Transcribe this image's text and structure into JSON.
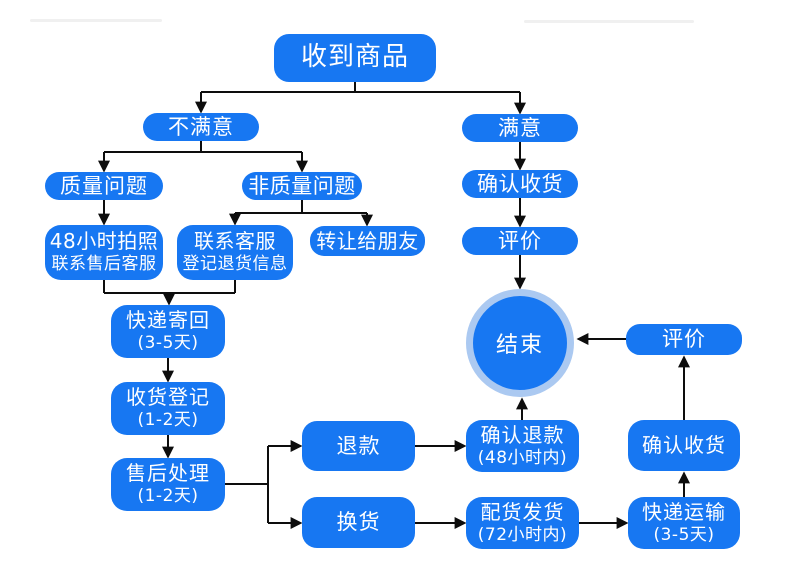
{
  "diagram_type": "flowchart",
  "colors": {
    "node_fill": "#1777f2",
    "node_text": "#ffffff",
    "end_ring": "#abc9f1",
    "connector": "#0d0d0d",
    "background": "#ffffff"
  },
  "nodes": {
    "receive": {
      "label": "收到商品"
    },
    "unsatisfied": {
      "label": "不满意"
    },
    "satisfied": {
      "label": "满意"
    },
    "quality_issue": {
      "label": "质量问题"
    },
    "non_quality_issue": {
      "label": "非质量问题"
    },
    "photo_48h": {
      "label": "48小时拍照",
      "sublabel": "联系售后客服"
    },
    "contact_cs": {
      "label": "联系客服",
      "sublabel": "登记退货信息"
    },
    "transfer_friend": {
      "label": "转让给朋友"
    },
    "courier_return": {
      "label": "快递寄回",
      "sublabel": "(3-5天)"
    },
    "receipt_register": {
      "label": "收货登记",
      "sublabel": "(1-2天)"
    },
    "aftersale_process": {
      "label": "售后处理",
      "sublabel": "(1-2天)"
    },
    "refund": {
      "label": "退款"
    },
    "exchange": {
      "label": "换货"
    },
    "confirm_refund": {
      "label": "确认退款",
      "sublabel": "(48小时内)"
    },
    "dispatch_ship": {
      "label": "配货发货",
      "sublabel": "(72小时内)"
    },
    "courier_transport": {
      "label": "快递运输",
      "sublabel": "(3-5天)"
    },
    "confirm_receipt_main": {
      "label": "确认收货"
    },
    "evaluate_main": {
      "label": "评价"
    },
    "confirm_receipt_right": {
      "label": "确认收货"
    },
    "evaluate_right": {
      "label": "评价"
    },
    "end": {
      "label": "结束"
    }
  }
}
